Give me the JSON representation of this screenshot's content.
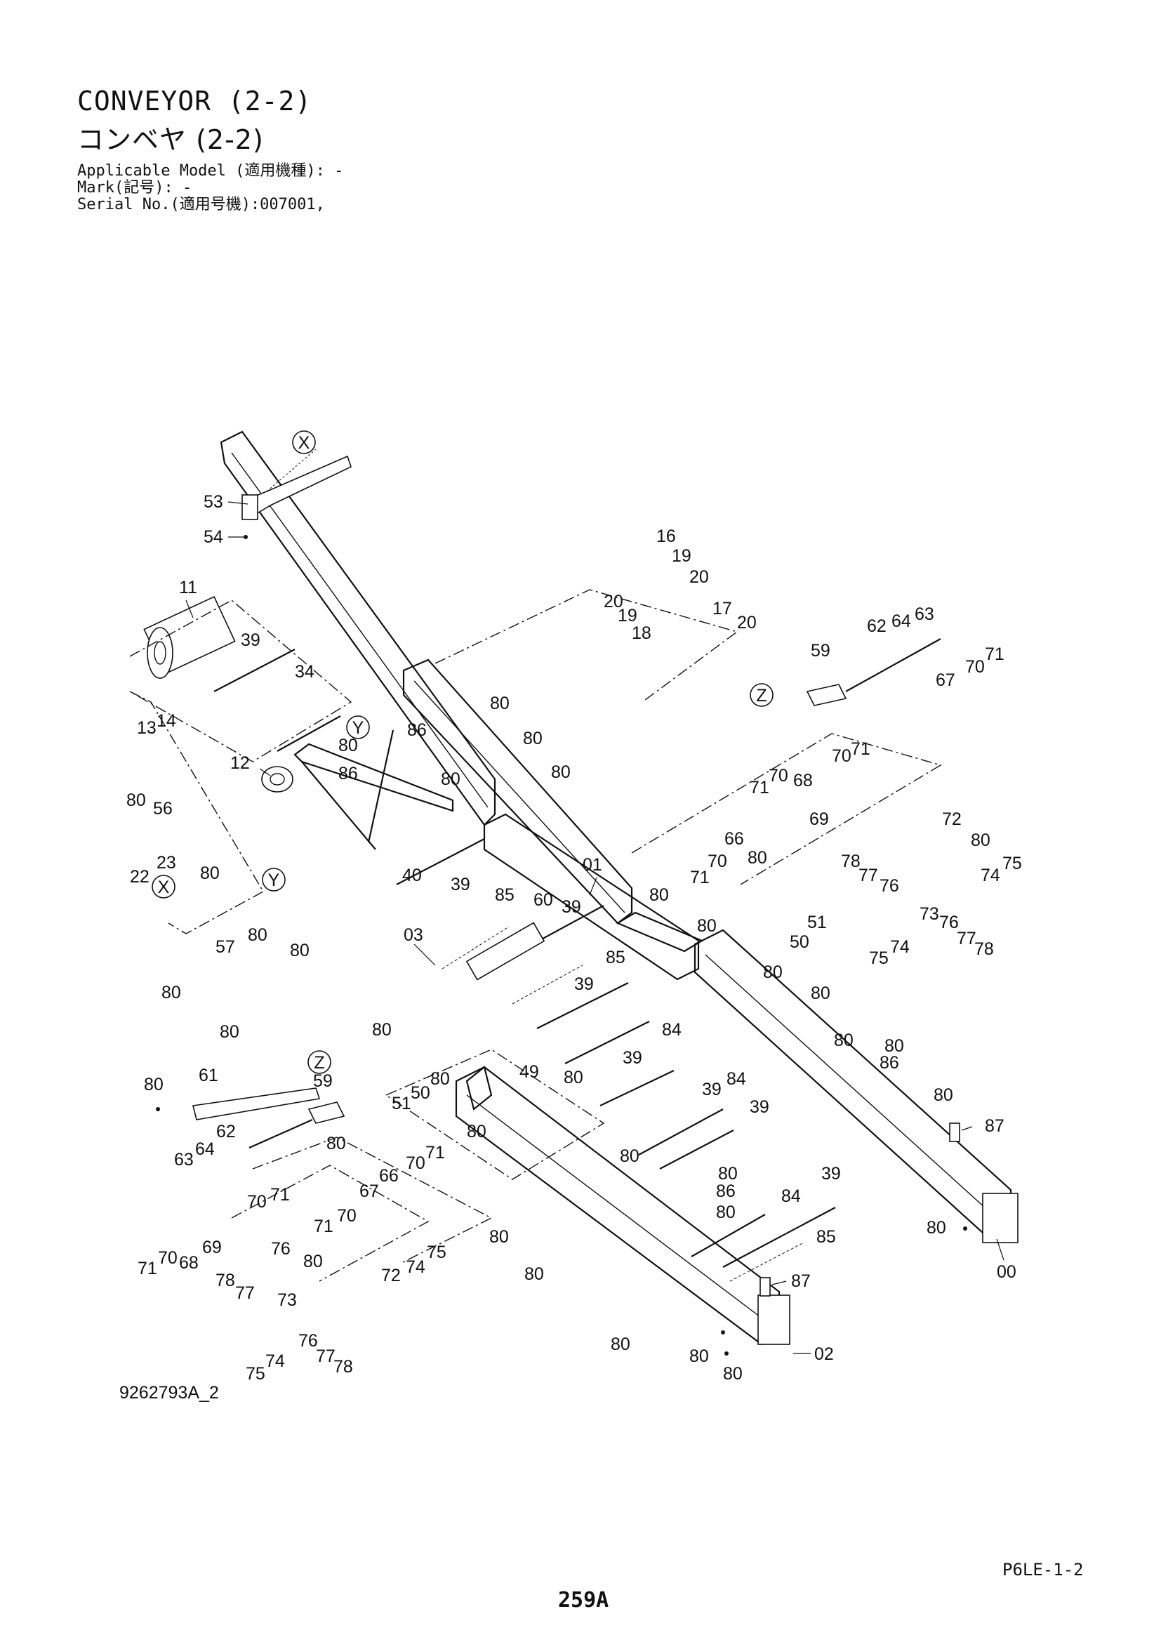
{
  "header": {
    "title_en": "CONVEYOR (2-2)",
    "title_ja": "コンベヤ (2-2)",
    "applicable_model": "Applicable Model (適用機種): -",
    "mark": "Mark(記号): -",
    "serial_no": "Serial No.(適用号機):007001,"
  },
  "diagram": {
    "views": [
      "X",
      "Y",
      "Z"
    ],
    "part_numbers": [
      "00",
      "01",
      "02",
      "03",
      "11",
      "12",
      "13",
      "14",
      "16",
      "17",
      "18",
      "19",
      "20",
      "22",
      "23",
      "34",
      "39",
      "40",
      "49",
      "50",
      "51",
      "53",
      "54",
      "56",
      "57",
      "59",
      "60",
      "61",
      "62",
      "63",
      "64",
      "66",
      "67",
      "68",
      "69",
      "70",
      "71",
      "72",
      "73",
      "74",
      "75",
      "76",
      "77",
      "78",
      "80",
      "84",
      "85",
      "86",
      "87"
    ]
  },
  "footer": {
    "drawing_code": "9262793A_2",
    "section_code": "P6LE-1-2",
    "page_number": "259A"
  }
}
